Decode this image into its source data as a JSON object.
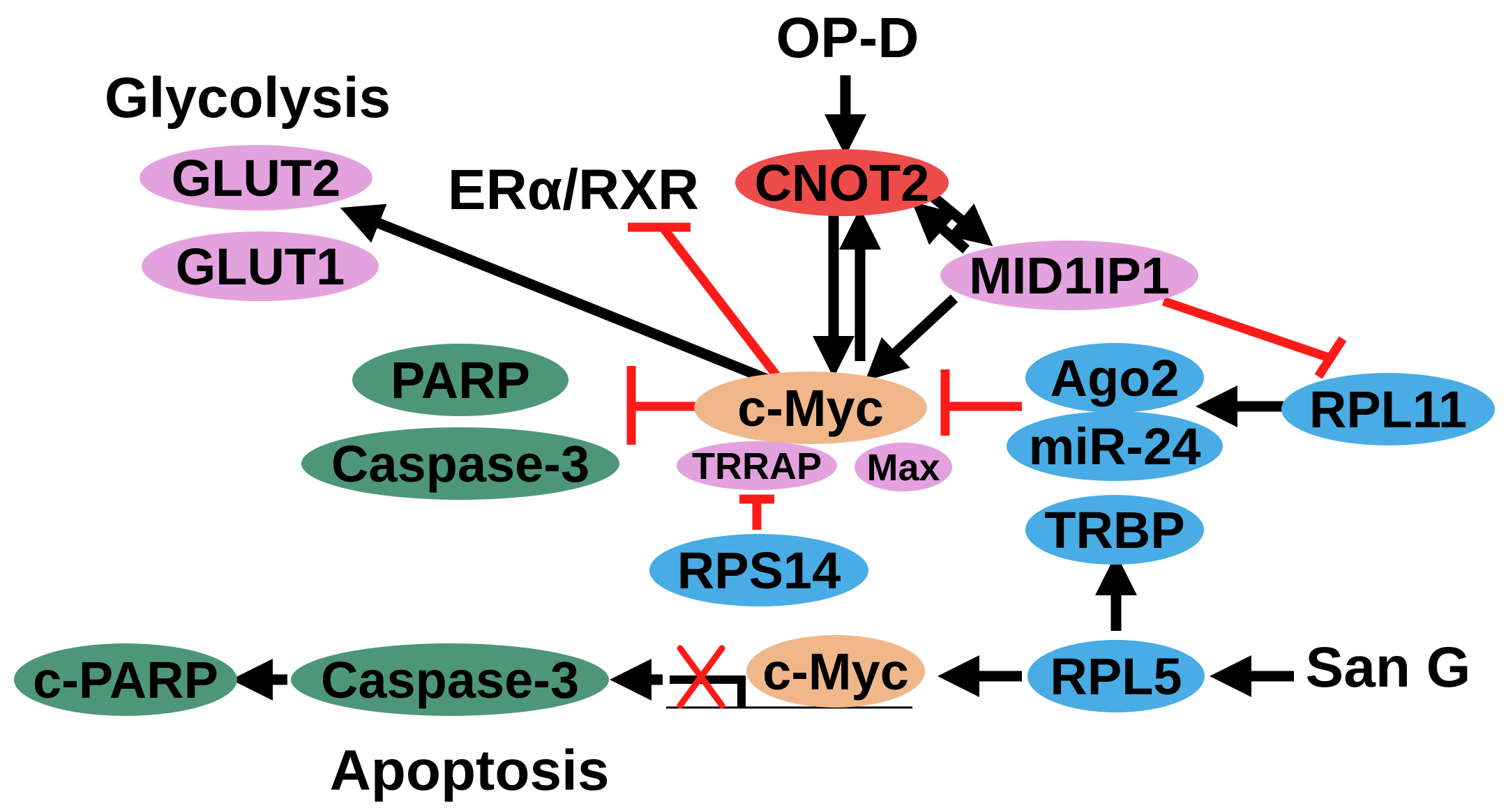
{
  "colors": {
    "pink": "#e3a2de",
    "green": "#4e967a",
    "blue": "#49ace4",
    "orange": "#f0b88a",
    "red_node": "#ee4b4b",
    "activation": "#000000",
    "inhibition": "#ff1a1a"
  },
  "labels": {
    "op_d": "OP-D",
    "glycolysis": "Glycolysis",
    "er_rxr": "ERα/RXR",
    "apoptosis": "Apoptosis",
    "san_g": "San G"
  },
  "nodes": {
    "glut2": "GLUT2",
    "glut1": "GLUT1",
    "cnot2": "CNOT2",
    "mid1ip1": "MID1IP1",
    "parp": "PARP",
    "caspase3_top": "Caspase-3",
    "cmyc_top": "c-Myc",
    "trrap": "TRRAP",
    "max": "Max",
    "ago2": "Ago2",
    "mir24": "miR-24",
    "rpl11": "RPL11",
    "rps14": "RPS14",
    "trbp": "TRBP",
    "cparp": "c-PARP",
    "caspase3_bottom": "Caspase-3",
    "cmyc_bottom": "c-Myc",
    "rpl5": "RPL5"
  }
}
